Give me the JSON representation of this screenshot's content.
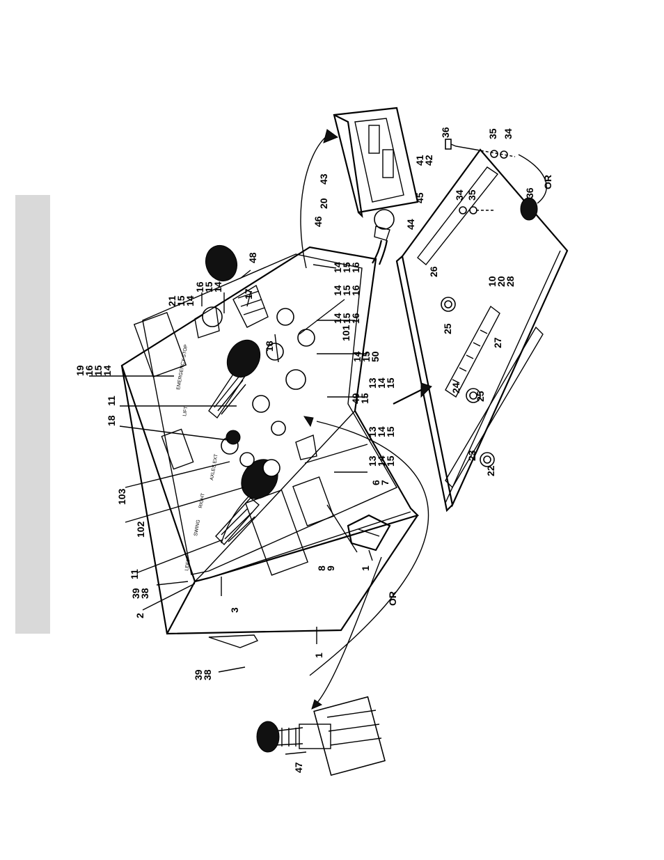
{
  "figure": {
    "callouts": [
      {
        "id": "c-19-16-15-14",
        "lines": [
          "19",
          "16",
          "15",
          "14"
        ]
      },
      {
        "id": "c-11a",
        "lines": [
          "11"
        ]
      },
      {
        "id": "c-18a",
        "lines": [
          "18"
        ]
      },
      {
        "id": "c-103",
        "lines": [
          "103"
        ]
      },
      {
        "id": "c-102",
        "lines": [
          "102"
        ]
      },
      {
        "id": "c-11b",
        "lines": [
          "11"
        ]
      },
      {
        "id": "c-39-38a",
        "lines": [
          "39",
          "38"
        ]
      },
      {
        "id": "c-2",
        "lines": [
          "2"
        ]
      },
      {
        "id": "c-3",
        "lines": [
          "3"
        ]
      },
      {
        "id": "c-39-38b",
        "lines": [
          "39",
          "38"
        ]
      },
      {
        "id": "c-1a",
        "lines": [
          "1"
        ]
      },
      {
        "id": "c-or-left",
        "lines": [
          "OR"
        ]
      },
      {
        "id": "c-47",
        "lines": [
          "47"
        ]
      },
      {
        "id": "c-8-9",
        "lines": [
          "8",
          "9"
        ]
      },
      {
        "id": "c-1b",
        "lines": [
          "1"
        ]
      },
      {
        "id": "c-6-7",
        "lines": [
          "6",
          "7"
        ]
      },
      {
        "id": "c-13-14-15a",
        "lines": [
          "13",
          "14",
          "15"
        ]
      },
      {
        "id": "c-13-14-15b",
        "lines": [
          "13",
          "14",
          "15"
        ]
      },
      {
        "id": "c-49-15",
        "lines": [
          "49",
          "15"
        ]
      },
      {
        "id": "c-13-14-15c",
        "lines": [
          "13",
          "14",
          "15"
        ]
      },
      {
        "id": "c-14-15-50",
        "lines": [
          "14",
          "15",
          "50"
        ]
      },
      {
        "id": "c-101",
        "lines": [
          "101"
        ]
      },
      {
        "id": "c-14-15-16a",
        "lines": [
          "14",
          "15",
          "16"
        ]
      },
      {
        "id": "c-14-15-16b",
        "lines": [
          "14",
          "15",
          "16"
        ]
      },
      {
        "id": "c-14-15-16c",
        "lines": [
          "14",
          "15",
          "16"
        ]
      },
      {
        "id": "c-18b",
        "lines": [
          "18"
        ]
      },
      {
        "id": "c-17",
        "lines": [
          "17"
        ]
      },
      {
        "id": "c-21-15-14",
        "lines": [
          "21",
          "15",
          "14"
        ]
      },
      {
        "id": "c-16-15-14",
        "lines": [
          "16",
          "15",
          "14"
        ]
      },
      {
        "id": "c-48",
        "lines": [
          "48"
        ]
      },
      {
        "id": "c-46",
        "lines": [
          "46"
        ]
      },
      {
        "id": "c-20",
        "lines": [
          "20"
        ]
      },
      {
        "id": "c-43",
        "lines": [
          "43"
        ]
      },
      {
        "id": "c-41-42",
        "lines": [
          "41",
          "42"
        ]
      },
      {
        "id": "c-45",
        "lines": [
          "45"
        ]
      },
      {
        "id": "c-44",
        "lines": [
          "44"
        ]
      },
      {
        "id": "c-36a",
        "lines": [
          "36"
        ]
      },
      {
        "id": "c-35a",
        "lines": [
          "35"
        ]
      },
      {
        "id": "c-34a",
        "lines": [
          "34"
        ]
      },
      {
        "id": "c-34b",
        "lines": [
          "34"
        ]
      },
      {
        "id": "c-35b",
        "lines": [
          "35"
        ]
      },
      {
        "id": "c-or-right",
        "lines": [
          "OR"
        ]
      },
      {
        "id": "c-36b",
        "lines": [
          "36"
        ]
      },
      {
        "id": "c-26",
        "lines": [
          "26"
        ]
      },
      {
        "id": "c-10-20-28",
        "lines": [
          "10",
          "20",
          "28"
        ]
      },
      {
        "id": "c-25a",
        "lines": [
          "25"
        ]
      },
      {
        "id": "c-27",
        "lines": [
          "27"
        ]
      },
      {
        "id": "c-24",
        "lines": [
          "24"
        ]
      },
      {
        "id": "c-25b",
        "lines": [
          "25"
        ]
      },
      {
        "id": "c-23",
        "lines": [
          "23"
        ]
      },
      {
        "id": "c-22",
        "lines": [
          "22"
        ]
      }
    ],
    "panel_text": {
      "swing_left": "LEFT",
      "swing": "SWING",
      "swing_right": "RIGHT",
      "lift": "LIFT",
      "emergency": "EMERGENCY STOP",
      "axles": "AXLES EXT"
    }
  }
}
